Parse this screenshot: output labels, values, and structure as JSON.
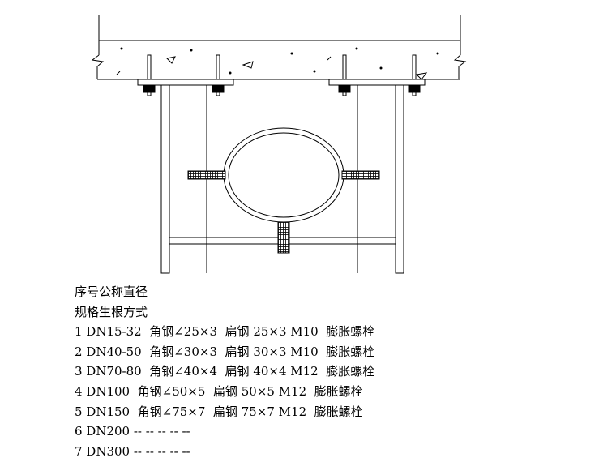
{
  "drawing": {
    "stroke_color": "#000000"
  },
  "notes": {
    "header_line_1": "序号公称直径",
    "header_line_2": "规格生根方式",
    "rows": [
      "1 DN15-32  角钢∠25×3  扁钢 25×3 M10  膨胀螺栓",
      "2 DN40-50  角钢∠30×3  扁钢 30×3 M10  膨胀螺栓",
      "3 DN70-80  角钢∠40×4  扁钢 40×4 M12  膨胀螺栓",
      "4 DN100  角钢∠50×5  扁钢 50×5 M12  膨胀螺栓",
      "5 DN150  角钢∠75×7  扁钢 75×7 M12  膨胀螺栓",
      "6 DN200 -- -- -- -- --",
      "7 DN300 -- -- -- -- --"
    ]
  }
}
